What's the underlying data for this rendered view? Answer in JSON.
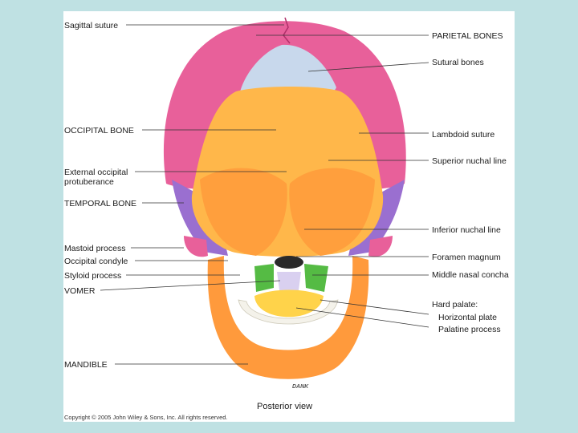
{
  "labels_left": {
    "sagittal_suture": "Sagittal suture",
    "occipital_bone": "OCCIPITAL BONE",
    "external_occipital_protuberance": "External occipital protuberance",
    "temporal_bone": "TEMPORAL BONE",
    "mastoid_process": "Mastoid process",
    "occipital_condyle": "Occipital condyle",
    "styloid_process": "Styloid process",
    "vomer": "VOMER",
    "mandible": "MANDIBLE"
  },
  "labels_right": {
    "parietal_bones": "PARIETAL BONES",
    "sutural_bones": "Sutural bones",
    "lambdoid_suture": "Lambdoid suture",
    "superior_nuchal_line": "Superior nuchal line",
    "inferior_nuchal_line": "Inferior nuchal line",
    "foramen_magnum": "Foramen magnum",
    "middle_nasal_concha": "Middle nasal concha",
    "hard_palate": "Hard palate:",
    "horizontal_plate": "Horizontal plate",
    "palatine_process": "Palatine process"
  },
  "caption": "Posterior view",
  "signature": "DANK",
  "copyright": "Copyright © 2005 John Wiley & Sons, Inc.  All rights reserved.",
  "colors": {
    "background": "#bfe1e3",
    "parietal": "#e8609a",
    "sutural": "#c8d8ec",
    "occipital": "#ffb74a",
    "temporal": "#9a6fd0",
    "mandible": "#ff9a3c",
    "concha": "#55bb44"
  }
}
